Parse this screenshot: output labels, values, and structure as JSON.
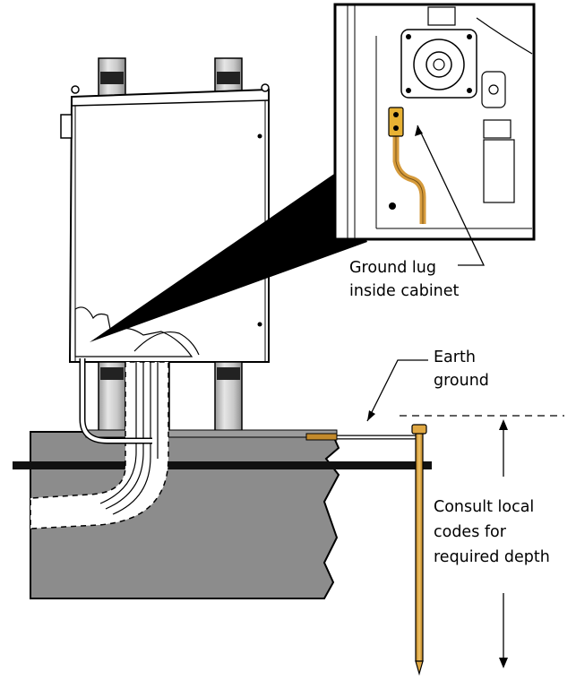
{
  "labels": {
    "ground_lug": [
      "Ground lug",
      "inside cabinet"
    ],
    "earth_ground": [
      "Earth",
      "ground"
    ],
    "consult_codes": [
      "Consult local",
      "codes for",
      "required depth"
    ]
  },
  "colors": {
    "cabinet_fill": "#ffffff",
    "outline": "#000000",
    "pad_fill": "#8a8a8a",
    "pillar_fill": "#bdbdbd",
    "ground_rod": "#e0a843",
    "wire": "#d69b3c",
    "callout_wedge": "#000000"
  },
  "icons": [
    "ground-lug-icon",
    "ground-rod-icon",
    "depth-arrow-icon"
  ]
}
